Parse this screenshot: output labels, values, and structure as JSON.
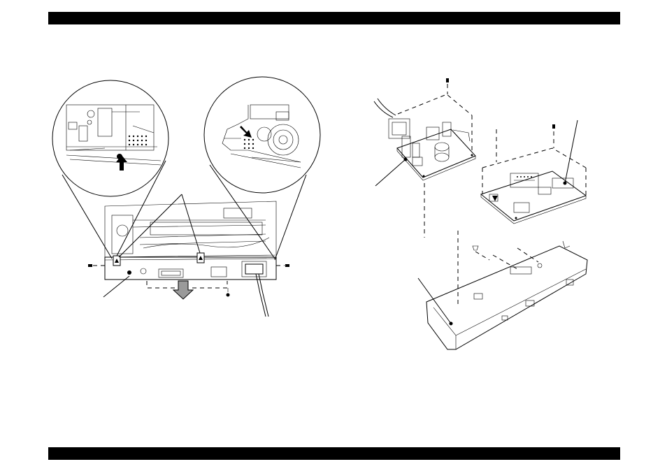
{
  "page": {
    "colors": {
      "bar": "#000000",
      "line": "#000000",
      "background": "#ffffff"
    }
  },
  "figure_left": {
    "callouts": [
      "detail-circle-left",
      "detail-circle-right"
    ],
    "icons": [
      "screw-icon",
      "arrow-down-icon",
      "arrow-up-icon"
    ]
  },
  "figure_right": {
    "parts": [
      "power-supply-board",
      "main-controller-board",
      "lower-shield-plate"
    ],
    "icons": [
      "screw-icon",
      "arrow-down-icon"
    ]
  }
}
